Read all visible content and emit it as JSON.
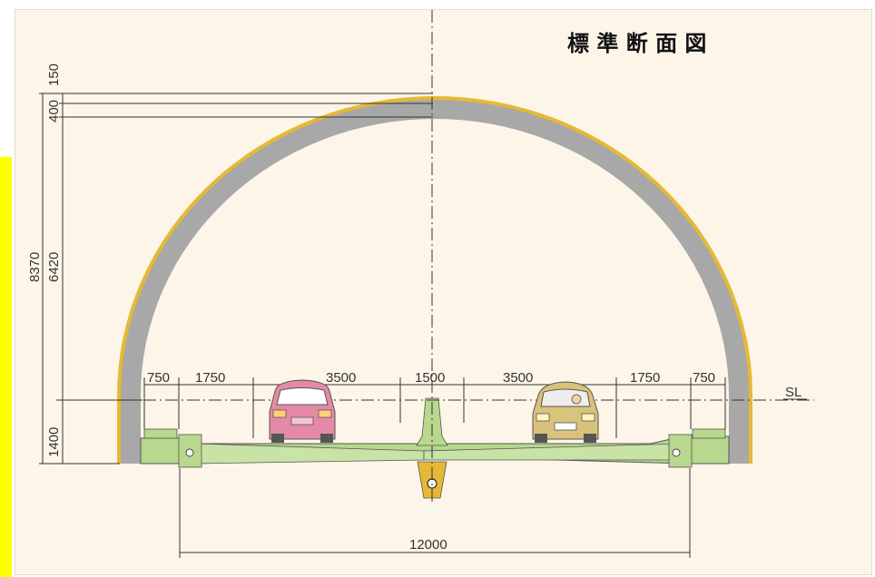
{
  "title": "標 準 断 面 図",
  "colors": {
    "background": "#fdf5e8",
    "lining": "#a8a8a8",
    "outer_band": "#e6b935",
    "road_slab": "#b7d88d",
    "side_strip": "#ffff00",
    "car_left": "#e48aa6",
    "car_right": "#d9c27a"
  },
  "dimensions": {
    "vertical": {
      "total": "8370",
      "crown_upper": "150",
      "crown_lining": "400",
      "arch_height": "6420",
      "base_height": "1400"
    },
    "horizontal": {
      "left_walkway": "750",
      "left_shoulder": "1750",
      "left_lane": "3500",
      "median": "1500",
      "right_lane": "3500",
      "right_shoulder": "1750",
      "right_walkway": "750",
      "bottom_width": "12000"
    },
    "sl_label": "SL"
  },
  "icons": {
    "left_car": "car-front-icon",
    "right_car": "car-front-icon"
  }
}
